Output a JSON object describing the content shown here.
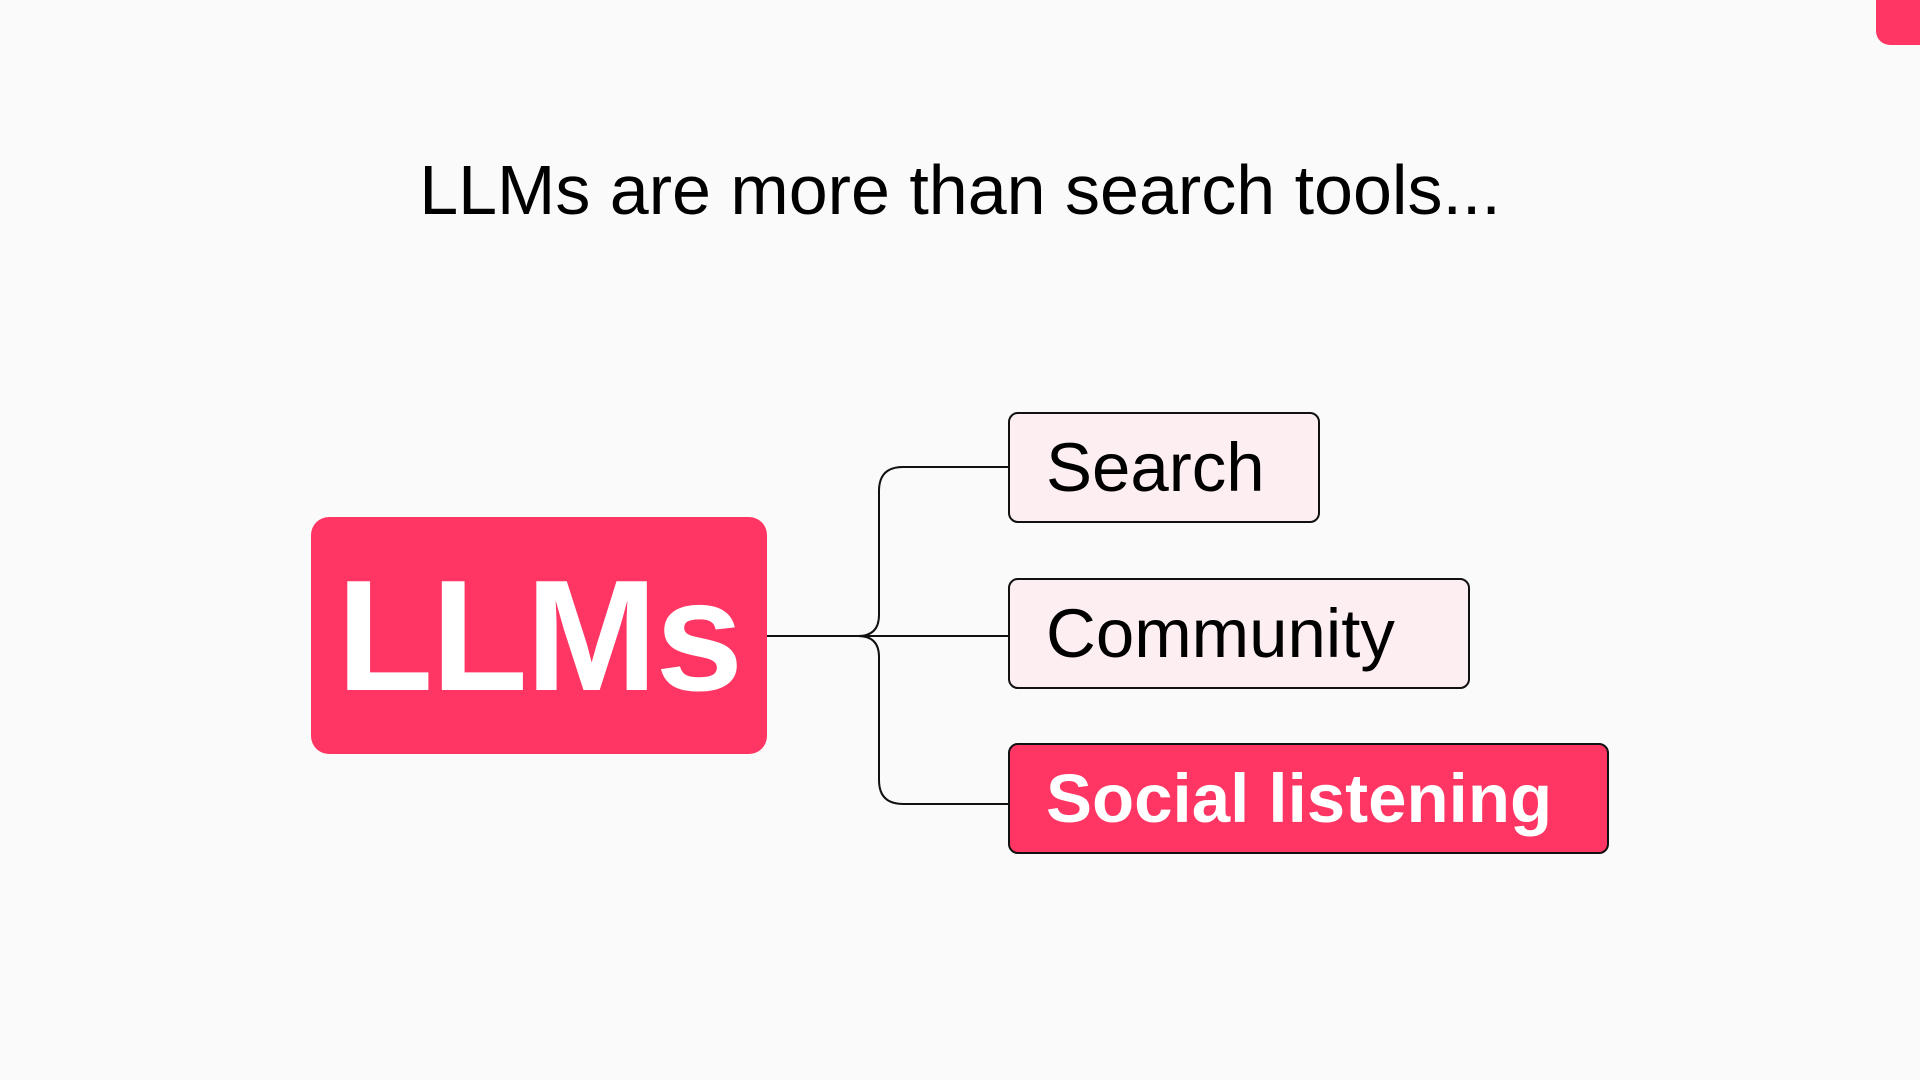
{
  "slide": {
    "title": "LLMs are more than search tools..."
  },
  "diagram": {
    "root": {
      "label": "LLMs"
    },
    "branches": [
      {
        "label": "Search",
        "highlighted": false
      },
      {
        "label": "Community",
        "highlighted": false
      },
      {
        "label": "Social listening",
        "highlighted": true
      }
    ]
  },
  "colors": {
    "accent": "#ff3664",
    "branch_fill": "#fdeef1",
    "background": "#fafafa",
    "text": "#000000",
    "outline": "#111111"
  }
}
